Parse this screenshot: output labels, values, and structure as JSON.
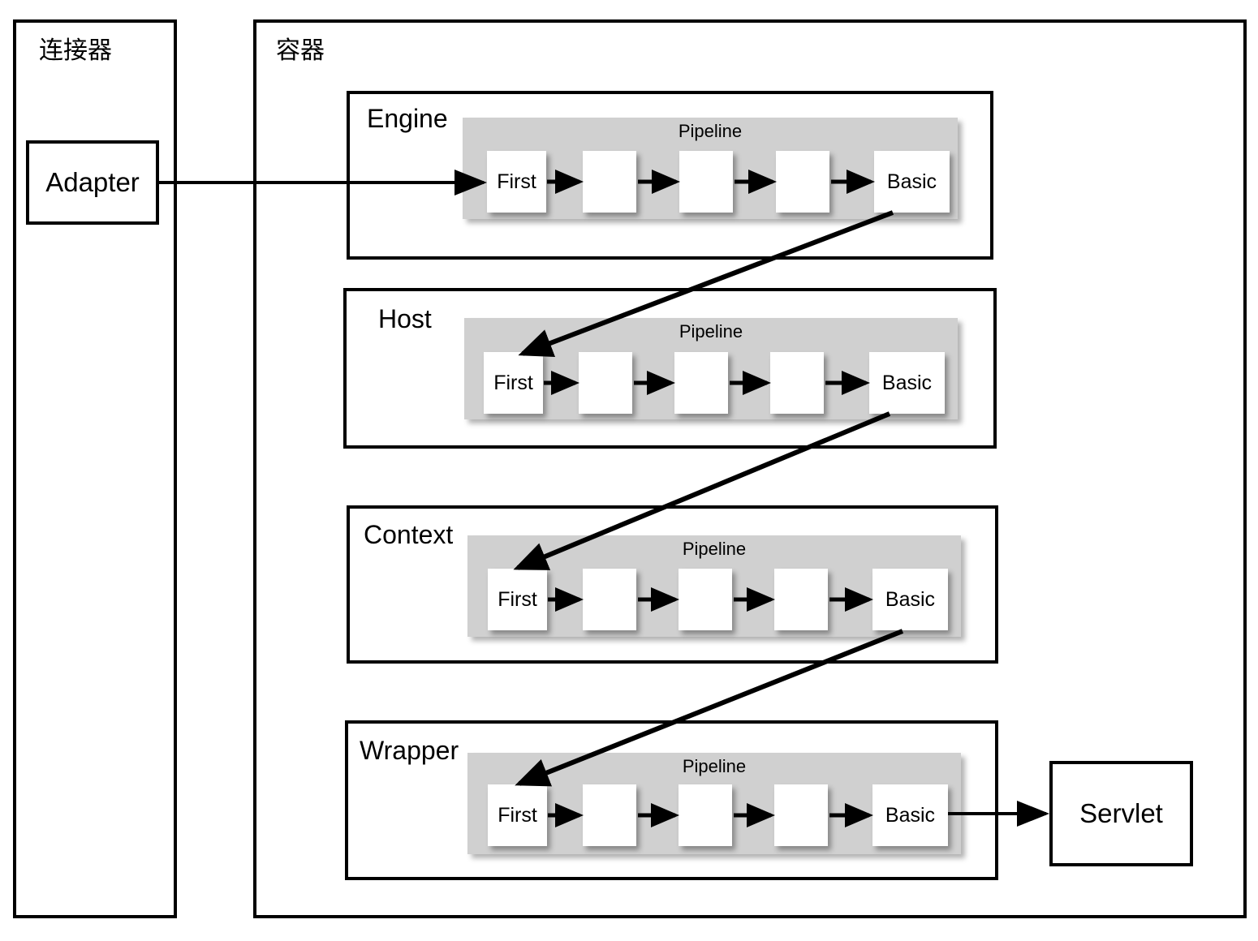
{
  "diagram": {
    "title_connector": "连接器",
    "title_container": "容器",
    "adapter_label": "Adapter",
    "servlet_label": "Servlet",
    "pipeline_label": "Pipeline",
    "node_first": "First",
    "node_basic": "Basic",
    "node_blank": "",
    "colors": {
      "stroke": "#000000",
      "pipeline_fill": "#d0d0d0",
      "node_fill": "#ffffff",
      "page_bg": "#ffffff"
    },
    "levels": [
      {
        "name": "Engine",
        "pipeline": {
          "label": "Pipeline",
          "nodes": [
            "First",
            "",
            "",
            "",
            "Basic"
          ]
        }
      },
      {
        "name": "Host",
        "pipeline": {
          "label": "Pipeline",
          "nodes": [
            "First",
            "",
            "",
            "",
            "Basic"
          ]
        }
      },
      {
        "name": "Context",
        "pipeline": {
          "label": "Pipeline",
          "nodes": [
            "First",
            "",
            "",
            "",
            "Basic"
          ]
        }
      },
      {
        "name": "Wrapper",
        "pipeline": {
          "label": "Pipeline",
          "nodes": [
            "First",
            "",
            "",
            "",
            "Basic"
          ]
        }
      }
    ],
    "connections": [
      {
        "from": "Adapter",
        "to": "Engine.Pipeline.First"
      },
      {
        "from": "Engine.Pipeline.Basic",
        "to": "Host.Pipeline.First"
      },
      {
        "from": "Host.Pipeline.Basic",
        "to": "Context.Pipeline.First"
      },
      {
        "from": "Context.Pipeline.Basic",
        "to": "Wrapper.Pipeline.First"
      },
      {
        "from": "Wrapper.Pipeline.Basic",
        "to": "Servlet"
      }
    ]
  }
}
